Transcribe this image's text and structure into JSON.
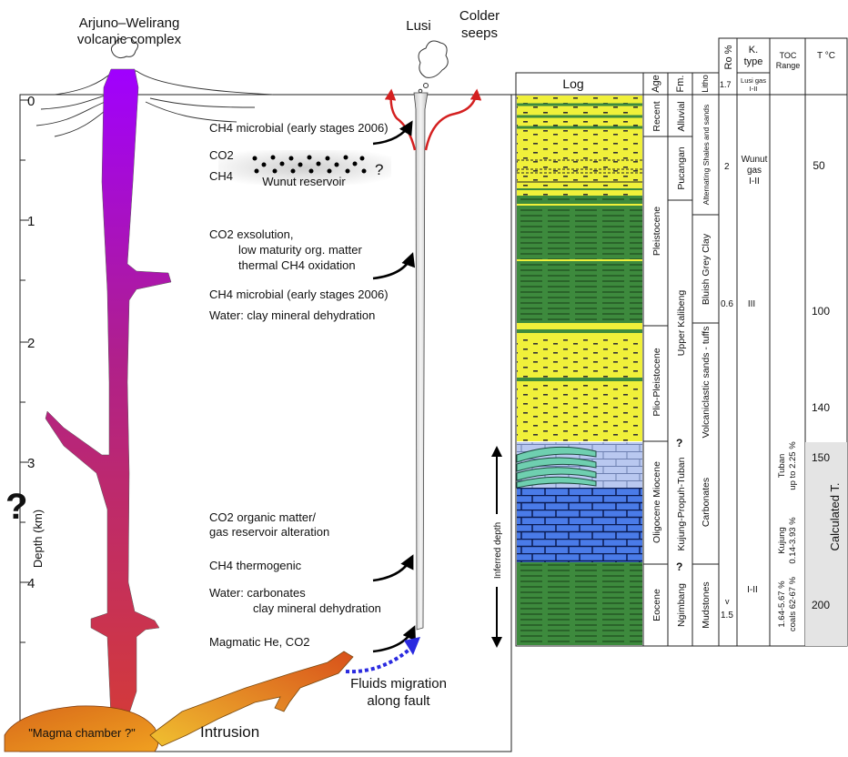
{
  "labels": {
    "complex_line1": "Arjuno–Welirang",
    "complex_line2": "volcanic complex",
    "lusi": "Lusi",
    "colder_line1": "Colder",
    "colder_line2": "seeps",
    "intrusion": "Intrusion",
    "magma_chamber": "\"Magma chamber ?\"",
    "fluids_line1": "Fluids migration",
    "fluids_line2": "along fault",
    "big_question": "?",
    "wunut_question": "?",
    "wunut_reservoir": "Wunut reservoir",
    "inferred_depth": "Inferred depth",
    "calculated_t": "Calculated T."
  },
  "depth_axis": {
    "label": "Depth (km)",
    "ticks": [
      "0",
      "1",
      "2",
      "3",
      "4"
    ]
  },
  "annotations": {
    "ch4_microbial_early": "CH4 microbial (early stages 2006)",
    "co2": "CO2",
    "ch4": "CH4",
    "co2_exsolution": "CO2 exsolution,",
    "low_maturity": "low maturity org. matter",
    "thermal_ch4": "thermal CH4 oxidation",
    "ch4_microbial_early_2": "CH4 microbial (early stages 2006)",
    "water_clay": "Water: clay mineral dehydration",
    "co2_organic": "CO2 organic matter/",
    "gas_reservoir": "gas reservoir alteration",
    "ch4_thermogenic": "CH4 thermogenic",
    "water_carbonates": "Water: carbonates",
    "clay_dehydration": "clay mineral dehydration",
    "magmatic": "Magmatic He, CO2"
  },
  "table": {
    "headers": {
      "log": "Log",
      "age": "Age",
      "fm": "Fm.",
      "litho": "Litho",
      "ro": "Ro %",
      "ktype_line1": "K.",
      "ktype_line2": "type",
      "toc_line1": "TOC",
      "toc_line2": "Range",
      "temp": "T °C"
    },
    "ages": [
      "Recent",
      "Pleistocene",
      "Plio-Pleistocene",
      "Oligocene Miocene",
      "Eocene"
    ],
    "formations": [
      "Alluvial",
      "Pucangan",
      "Upper Kalibeng",
      "?",
      "Kujung-Propuh-Tuban",
      "?",
      "Ngimbang"
    ],
    "lithology": [
      "Alternating Shales and sands",
      "Bluish Grey Clay",
      "Volcaniclastic sands - tuffs",
      "Carbonates",
      "Mudstones"
    ],
    "ro_values": [
      "1.7",
      "2",
      "0.6",
      "1.5"
    ],
    "ro_marker": "v",
    "ktype": {
      "lusi_gas_line1": "Lusi gas",
      "lusi_gas_line2": "I-II",
      "wunut_line1": "Wunut",
      "wunut_line2": "gas",
      "wunut_line3": "I-II",
      "iii": "III",
      "i_ii": "I-II"
    },
    "toc": {
      "tuban_line1": "Tuban",
      "tuban_line2": "up to 2.25 %",
      "kujung_line1": "Kujung",
      "kujung_line2": "0.14-3.93 %",
      "eocene_line1": "1.64-5.67 %",
      "eocene_line2": "coals 62-67 %"
    },
    "temps": [
      "50",
      "100",
      "140",
      "150",
      "200"
    ]
  },
  "colors": {
    "conduit_top": "#9b00ff",
    "conduit_bottom": "#d03a3a",
    "magma": "#e8921a",
    "sand": "#f0f03a",
    "clay": "#3d8a3d",
    "carbonate": "#4a7be8",
    "light_carbonate": "#b9c8f0",
    "arrow_red": "#d42020",
    "arrow_blue": "#2a2ae0"
  }
}
